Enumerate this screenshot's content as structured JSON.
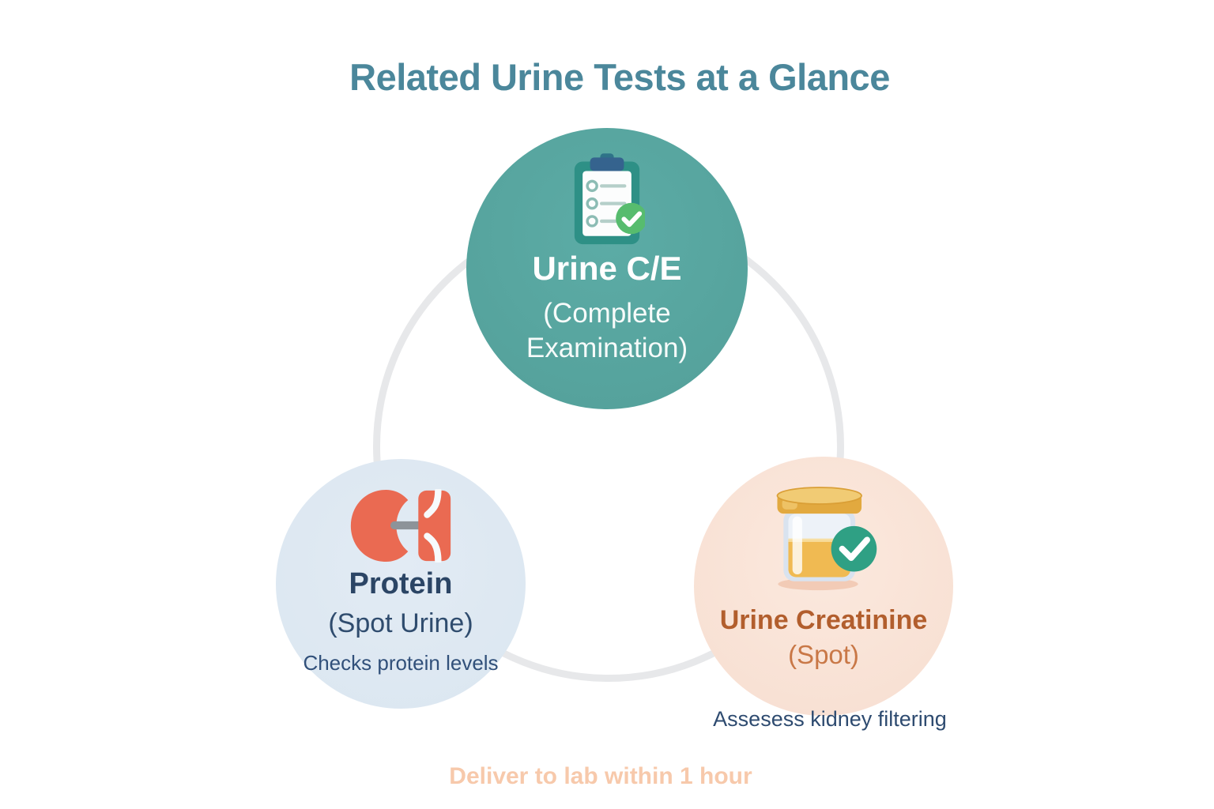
{
  "title": {
    "text": "Related Urine Tests at a Glance",
    "color": "#4B879B"
  },
  "tests": {
    "urine_ce": {
      "name": "Urine C/E",
      "subtitle": "(Complete Examination)",
      "icon": "clipboard-checklist-icon",
      "circle_color": "#58A7A1",
      "text_color": "#FFFFFF",
      "badge_color": "#57BC6E"
    },
    "protein": {
      "name": "Protein",
      "subtitle": "(Spot Urine)",
      "note": "Checks protein levels",
      "icon": "kidney-icon",
      "circle_color": "#DEE9F2",
      "text_color": "#2B4565",
      "icon_color": "#EA6A52"
    },
    "urine_creatinine": {
      "name": "Urine Creatinine",
      "subtitle": "(Spot)",
      "note": "Assesess kidney filtering",
      "icon": "urine-sample-jar-icon",
      "circle_color": "#F9E2D6",
      "name_color": "#B25E2D",
      "subtitle_color": "#C97847",
      "note_color": "#2E4B70",
      "badge_color": "#2FA084",
      "lid_color": "#E2A93F",
      "liquid_color": "#F0BA52"
    }
  },
  "footer": {
    "text": "Deliver to lab within 1 hour",
    "color": "#F7C9AB"
  },
  "connector_color": "#E7E8EA",
  "background_color": "#FFFFFF"
}
